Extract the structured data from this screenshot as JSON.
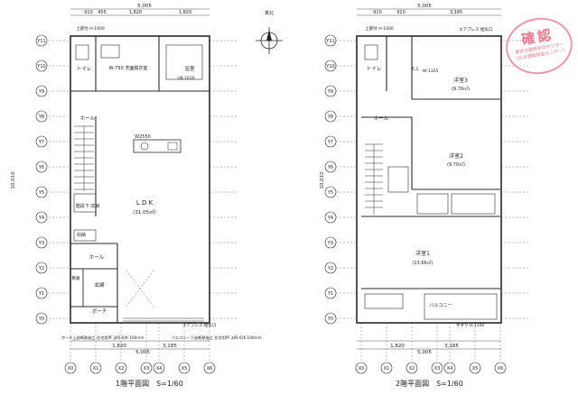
{
  "floor1": {
    "caption": "1階平面図　S=1/60",
    "dim_top_total": "5,005",
    "dim_top_parts": [
      "910",
      "455",
      "1,820",
      "1,820"
    ],
    "dim_bottom_parts": [
      "1,820",
      "3,185"
    ],
    "dim_bottom_total": "5,005",
    "dim_left_total": "10,010",
    "rooms": {
      "ldk": "L D K",
      "ldk_area": "(31.05㎡)",
      "toilet": "トイレ",
      "washroom": "W-750\n洗面脱衣室",
      "bath": "浴室",
      "hall": "ホール",
      "storage": "収納",
      "hall2": "ホール",
      "entrance": "玄関",
      "porch": "ポーチ",
      "shoebox": "靴箱",
      "kitchen_label": "W2550",
      "stair_storage": "階段下\n収納",
      "ub_size": "UB\n1616"
    },
    "notes": {
      "top_label": "上部付\nH-1000",
      "porch_note": "ポーチ上部断熱施工\n住宅用PF ∮85-6(K 100mm",
      "balcony_note": "バルコニー下部断熱施工\n住宅用PF ∮85-6(K 100mm",
      "air_label": "エアプレス\n給気口"
    }
  },
  "floor2": {
    "caption": "2階平面図　S=1/60",
    "dim_top_total": "5,005",
    "dim_top_parts": [
      "910",
      "910",
      "3,185"
    ],
    "dim_bottom_parts": [
      "1,820",
      "3,185"
    ],
    "dim_bottom_total": "5,005",
    "dim_left_total": "10,010",
    "rooms": {
      "bed3": "洋室3",
      "bed3_area": "(9.70㎡)",
      "bed2": "洋室2",
      "bed2_area": "(9.70㎡)",
      "bed1": "洋室1",
      "bed1_area": "(13.66㎡)",
      "toilet": "トイレ",
      "hall": "ホール",
      "balcony": "バルコニー",
      "cl": "C.L",
      "w_size": "W-1325"
    },
    "notes": {
      "top_label": "上部付\nH-1000",
      "air_label": "エアプレス\n給気口",
      "bottom_label": "手すり\nH-1100"
    }
  },
  "grid_y": [
    "Y11",
    "Y10",
    "Y9",
    "Y8",
    "Y7",
    "Y6",
    "Y5",
    "Y4",
    "Y3",
    "Y2",
    "Y1",
    "Y0"
  ],
  "grid_x": [
    "X0",
    "X1",
    "X2",
    "X3",
    "X4",
    "X5",
    "X6"
  ],
  "north_label": "真北",
  "stamp": {
    "main": "確認",
    "sub": "東京の建物安全センター",
    "sub2": "（日本建築検査センター）"
  },
  "colors": {
    "line": "#2a2a2a",
    "stamp": "#e57a90"
  }
}
